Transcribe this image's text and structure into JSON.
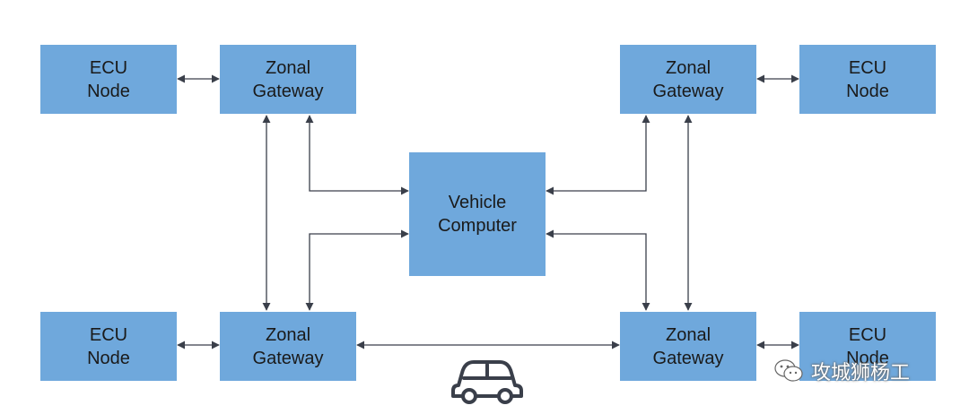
{
  "nodes": {
    "ecu_top_left": {
      "line1": "ECU",
      "line2": "Node"
    },
    "gateway_top_left": {
      "line1": "Zonal",
      "line2": "Gateway"
    },
    "gateway_top_right": {
      "line1": "Zonal",
      "line2": "Gateway"
    },
    "ecu_top_right": {
      "line1": "ECU",
      "line2": "Node"
    },
    "vehicle_computer": {
      "line1": "Vehicle",
      "line2": "Computer"
    },
    "ecu_bottom_left": {
      "line1": "ECU",
      "line2": "Node"
    },
    "gateway_bottom_left": {
      "line1": "Zonal",
      "line2": "Gateway"
    },
    "gateway_bottom_right": {
      "line1": "Zonal",
      "line2": "Gateway"
    },
    "ecu_bottom_right": {
      "line1": "ECU",
      "line2": "Node"
    }
  },
  "icons": {
    "vehicle": "car-icon",
    "watermark": "wechat-icon"
  },
  "watermark": {
    "text": "攻城狮杨工"
  },
  "colors": {
    "box_fill": "#6fa8dc",
    "connector": "#3a3f4a",
    "text": "#1a1a1a"
  }
}
